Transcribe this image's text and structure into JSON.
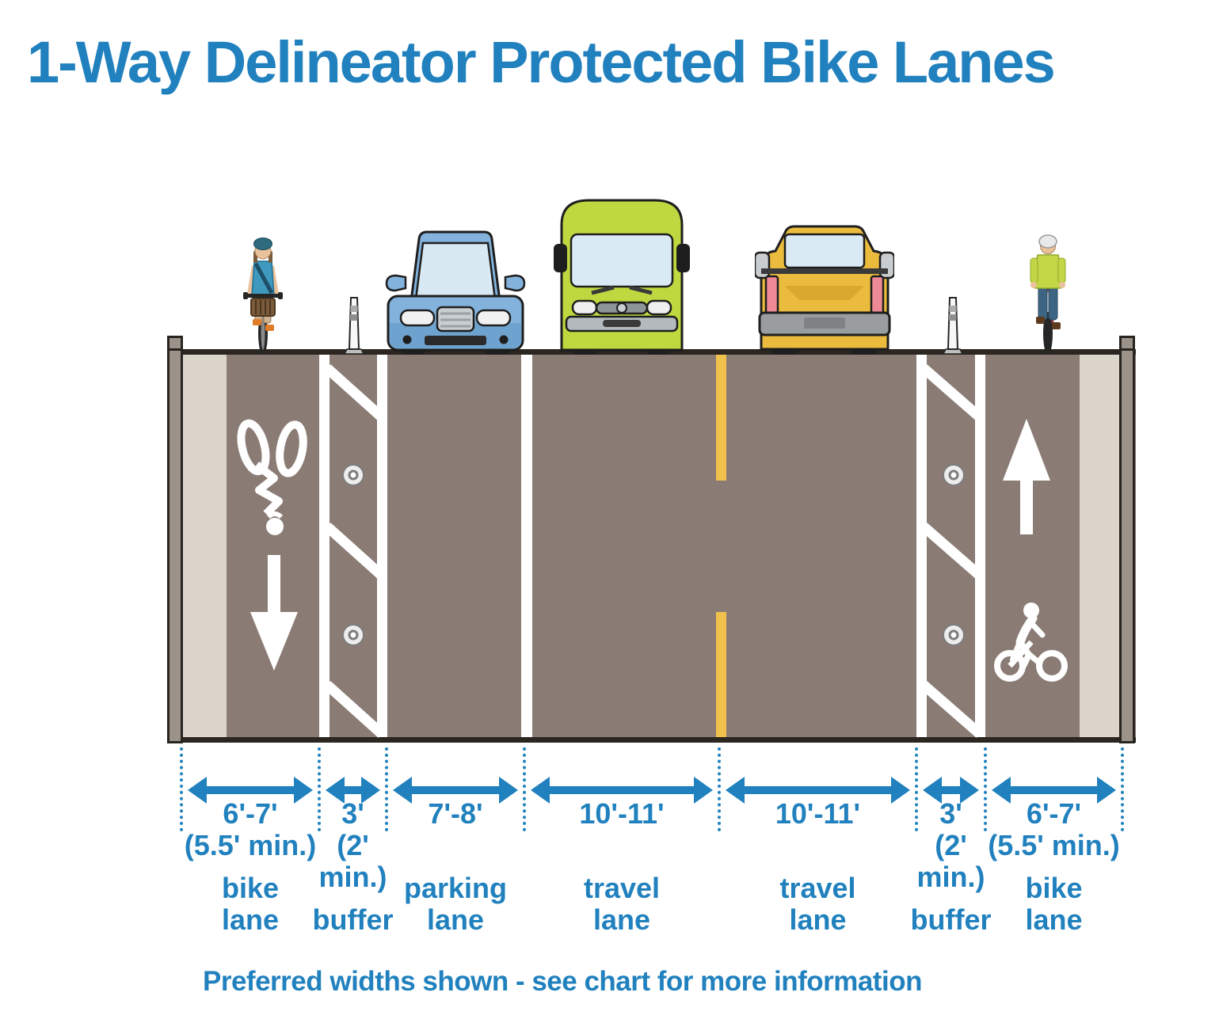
{
  "title": "1-Way Delineator Protected Bike Lanes",
  "footer": "Preferred widths shown - see chart for more information",
  "colors": {
    "accent_blue": "#2181BE",
    "road_asphalt": "#8A7C75",
    "gutter": "#DBD5CB",
    "curb": "#9B9289",
    "marking_white": "#FFFFFF",
    "center_line_yellow": "#F0C14B"
  },
  "lanes": [
    {
      "name": "bike\nlane",
      "width": "6'-7'",
      "min": "(5.5' min.)"
    },
    {
      "name": "buffer",
      "width": "3'",
      "min": "(2'\nmin.)"
    },
    {
      "name": "parking\nlane",
      "width": "7'-8'",
      "min": ""
    },
    {
      "name": "travel\nlane",
      "width": "10'-11'",
      "min": ""
    },
    {
      "name": "travel\nlane",
      "width": "10'-11'",
      "min": ""
    },
    {
      "name": "buffer",
      "width": "3'",
      "min": "(2'\nmin.)"
    },
    {
      "name": "bike\nlane",
      "width": "6'-7'",
      "min": "(5.5' min.)"
    }
  ],
  "scene": {
    "vehicles": [
      "cyclist-front-view",
      "parked-car-front",
      "van-front",
      "pickup-truck-rear",
      "cyclist-rear-view"
    ],
    "posts": [
      "delineator-post-left",
      "delineator-post-right"
    ],
    "road_markings": [
      "bike-symbol-down-arrow",
      "buffer-hatching-left",
      "white-lane-line",
      "yellow-center-dashes",
      "buffer-hatching-right",
      "up-arrow-bike-symbol"
    ]
  }
}
